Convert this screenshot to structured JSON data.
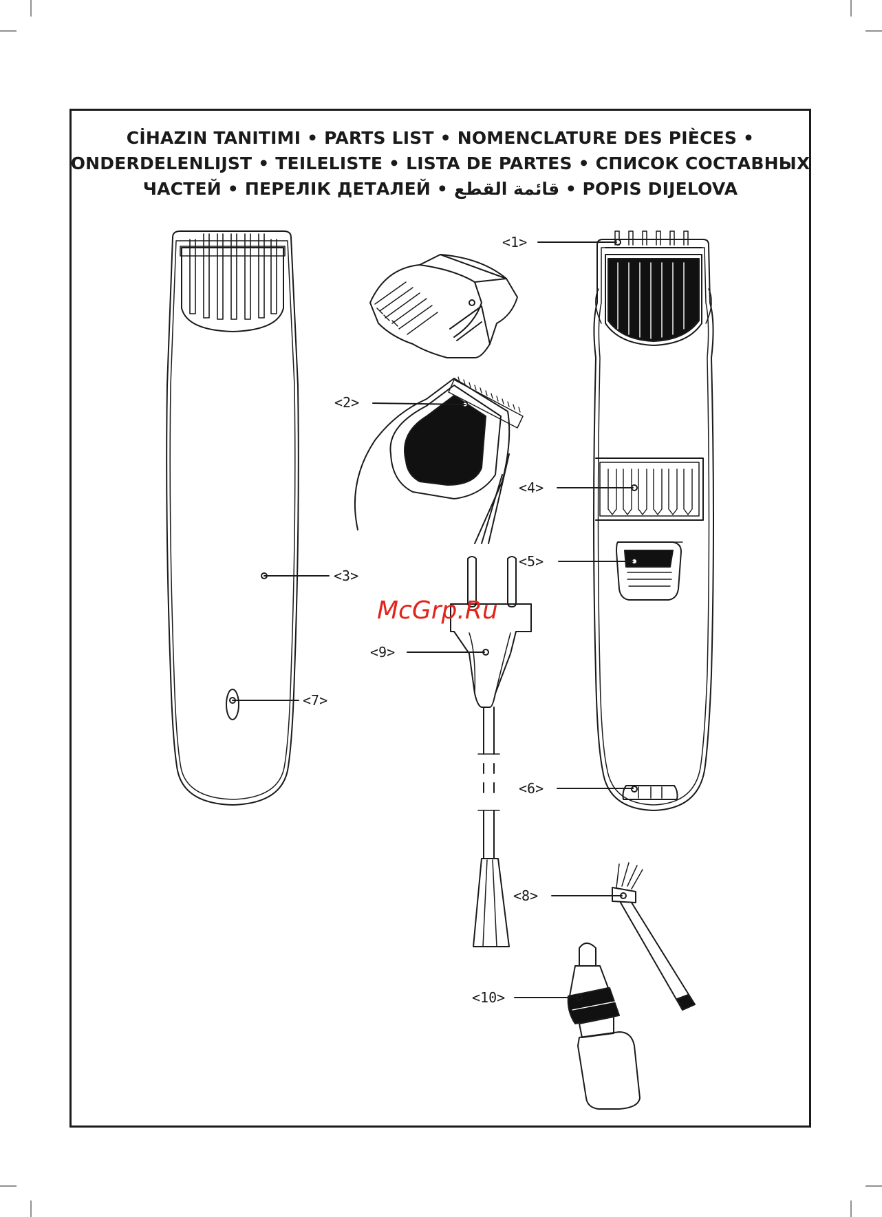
{
  "heading": {
    "line1": "CİHAZIN TANITIMI • PARTS LIST • NOMENCLATURE DES PIÈCES •",
    "line2": "ONDERDELENLIJST • TEILELISTE • LISTA DE PARTES • СПИСОК СОСТАВНЫХ",
    "line3_a": "ЧАСТЕЙ • ПЕРЕЛІК ДЕТАЛЕЙ • ",
    "line3_ar": "قائمة القطع",
    "line3_b": " • POPIS DIJELOVA"
  },
  "callouts": {
    "c1": "<1>",
    "c2": "<2>",
    "c3": "<3>",
    "c4": "<4>",
    "c5": "<5>",
    "c6": "<6>",
    "c7": "<7>",
    "c8": "<8>",
    "c9": "<9>",
    "c10": "<10>"
  },
  "watermark": "McGrp.Ru",
  "colors": {
    "ink": "#1a1a1a",
    "watermark": "#e2241b",
    "background": "#ffffff"
  }
}
